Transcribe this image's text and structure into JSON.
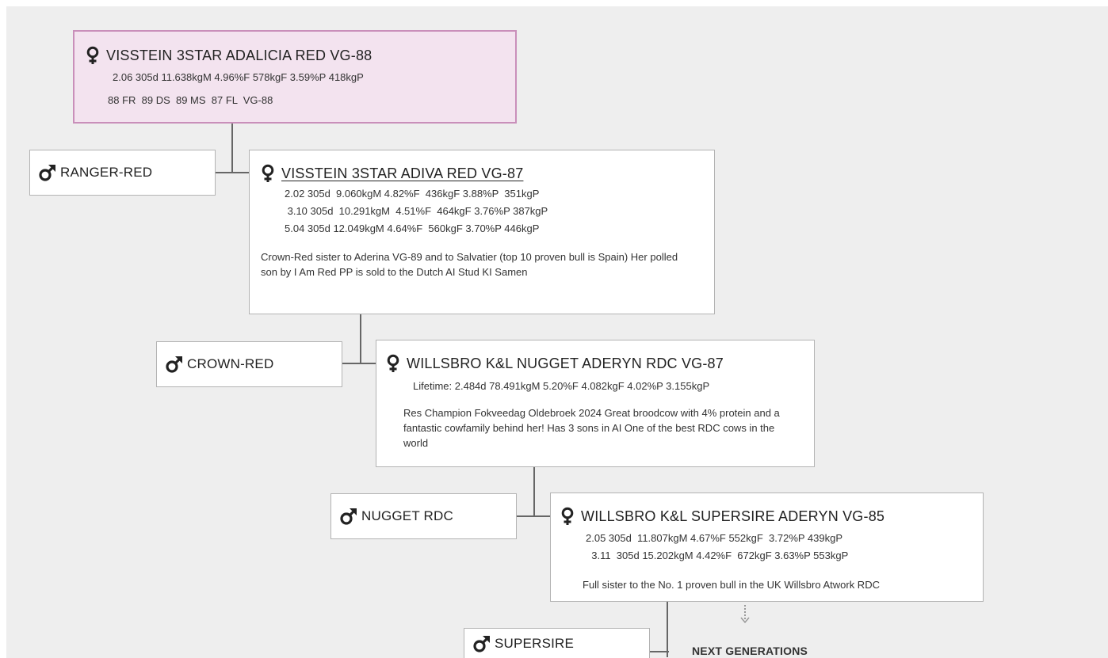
{
  "pedigree": {
    "dam1": {
      "name": "VISSTEIN 3STAR ADALICIA RED VG-88",
      "records": [
        "2.06 305d 11.638kgM 4.96%F 578kgF 3.59%P 418kgP"
      ],
      "classification": "88 FR  89 DS  89 MS  87 FL  VG-88"
    },
    "sire1": {
      "name": "RANGER-RED"
    },
    "dam2": {
      "name": "VISSTEIN 3STAR ADIVA RED VG-87",
      "records": [
        "2.02 305d  9.060kgM 4.82%F  436kgF 3.88%P  351kgP",
        " 3.10 305d  10.291kgM  4.51%F  464kgF 3.76%P 387kgP",
        "5.04 305d 12.049kgM 4.64%F  560kgF 3.70%P 446kgP"
      ],
      "note": "Crown-Red sister to Aderina VG-89 and to Salvatier (top 10 proven bull is Spain) Her polled son by I Am Red PP is sold to the Dutch AI Stud KI Samen"
    },
    "sire2": {
      "name": "CROWN-RED"
    },
    "dam3": {
      "name": "WILLSBRO K&L NUGGET ADERYN RDC VG-87",
      "records": [
        "Lifetime: 2.484d 78.491kgM 5.20%F 4.082kgF 4.02%P 3.155kgP"
      ],
      "note": "Res Champion Fokveedag Oldebroek 2024 Great broodcow with 4% protein and a fantastic cowfamily behind her! Has  3 sons in AI One of the best RDC cows in the world"
    },
    "sire3": {
      "name": "NUGGET RDC"
    },
    "dam4": {
      "name": "WILLSBRO K&L SUPERSIRE ADERYN VG-85",
      "records": [
        "2.05 305d  11.807kgM 4.67%F 552kgF  3.72%P 439kgP",
        "  3.11  305d 15.202kgM 4.42%F  672kgF 3.63%P 553kgP"
      ],
      "note": "Full sister to the No. 1 proven bull in the UK Willsbro Atwork RDC"
    },
    "sire4": {
      "name": "SUPERSIRE"
    },
    "next_generations_label": "NEXT GENERATIONS"
  },
  "icons": {
    "male": "male-icon",
    "female": "female-icon"
  },
  "colors": {
    "background": "#eeeeee",
    "highlight_fill": "#f3e3ef",
    "highlight_border": "#c98fba",
    "connector": "#666666"
  }
}
